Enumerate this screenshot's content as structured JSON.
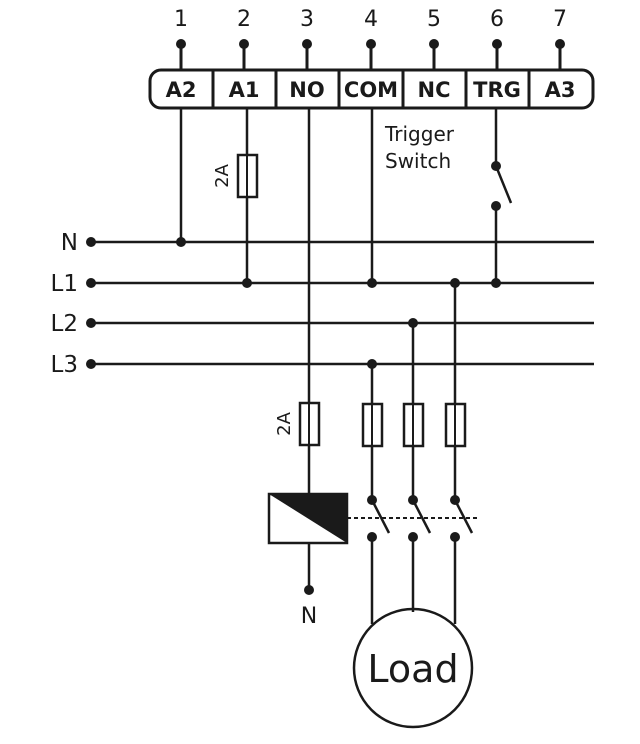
{
  "terminals": [
    {
      "number": "1",
      "label": "A2"
    },
    {
      "number": "2",
      "label": "A1"
    },
    {
      "number": "3",
      "label": "NO"
    },
    {
      "number": "4",
      "label": "COM"
    },
    {
      "number": "5",
      "label": "NC"
    },
    {
      "number": "6",
      "label": "TRG"
    },
    {
      "number": "7",
      "label": "A3"
    }
  ],
  "lines": {
    "n": "N",
    "l1": "L1",
    "l2": "L2",
    "l3": "L3"
  },
  "trigger_switch": {
    "line1": "Trigger",
    "line2": "Switch"
  },
  "fuses": {
    "control_fuse": "2A",
    "coil_fuse": "2A"
  },
  "coil_neutral": "N",
  "load_label": "Load"
}
